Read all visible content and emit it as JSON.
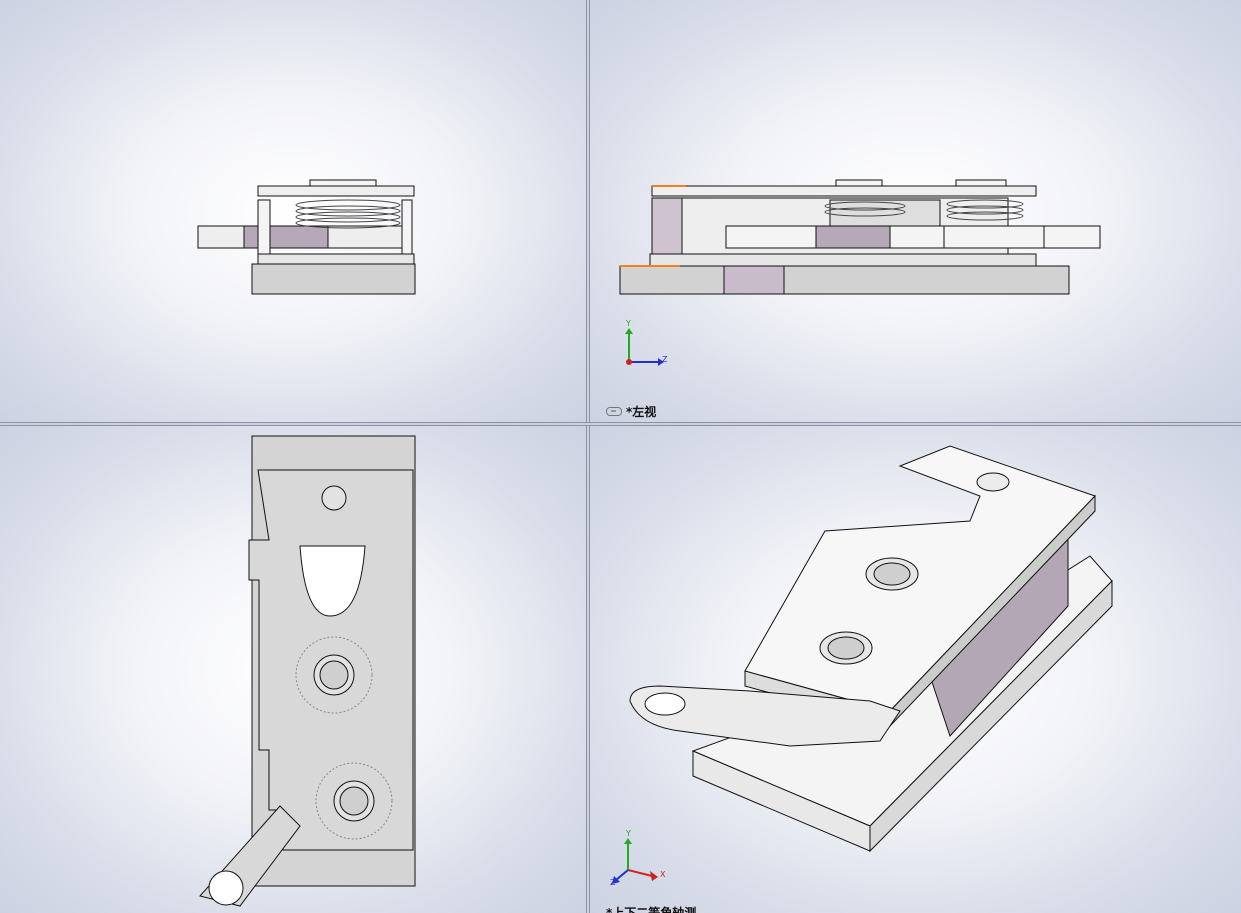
{
  "viewports": {
    "left_view": {
      "label": "*左视",
      "label_icon": "link-icon",
      "triad": {
        "x_axis": "Z",
        "y_axis": "Y",
        "x_color": "#2233cc",
        "y_color": "#22aa22"
      }
    },
    "trimetric_view": {
      "label": "*上下二等角轴测",
      "triad": {
        "x_axis": "X",
        "y_axis": "Y",
        "z_axis": "Z",
        "x_color": "#cc2222",
        "y_color": "#22aa22",
        "z_color": "#2233cc"
      }
    }
  },
  "colors": {
    "part_face": "#d4d4d4",
    "part_light": "#f4f4f4",
    "part_shadow": "#a89fab",
    "edge": "#111111",
    "highlight": "#f08020"
  }
}
